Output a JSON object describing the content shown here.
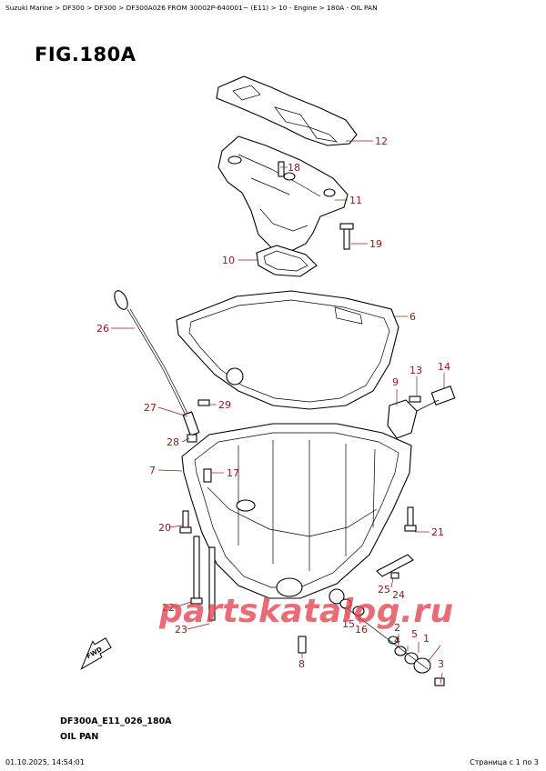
{
  "breadcrumb": "Suzuki Marine > DF300 > DF300 > DF300A026 FROM 30002P-640001~ (E11) > 10 - Engine > 180A - OIL PAN",
  "figure_title": "FIG.180A",
  "callouts": [
    "12",
    "18",
    "11",
    "19",
    "10",
    "6",
    "26",
    "9",
    "13",
    "14",
    "27",
    "29",
    "28",
    "7",
    "17",
    "20",
    "21",
    "25",
    "24",
    "22",
    "23",
    "15",
    "16",
    "2",
    "4",
    "5",
    "1",
    "3",
    "8"
  ],
  "fwd_label": "FWD",
  "watermark": "partskatalog.ru",
  "diagram_code": "DF300A_E11_026_180A",
  "caption": "OIL PAN",
  "footer": {
    "timestamp": "01.10.2025, 14:54:01",
    "page_info": "Страница с 1 по 3"
  },
  "colors": {
    "callout": "#8b1a1a",
    "watermark": "#e2424e"
  }
}
